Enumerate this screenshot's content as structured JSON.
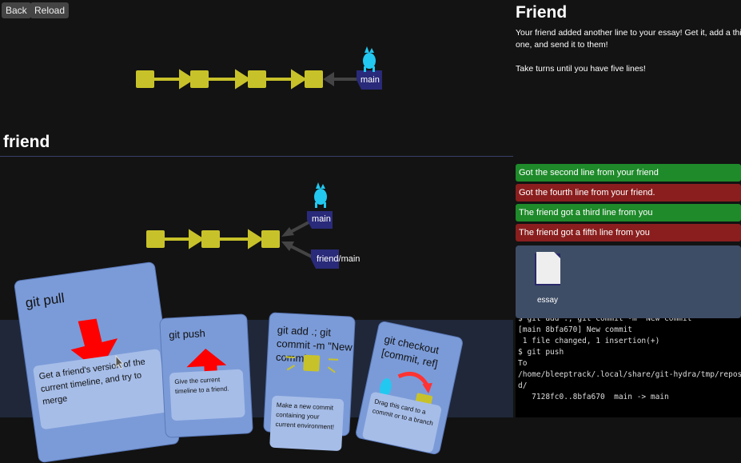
{
  "toolbar": {
    "back": "Back",
    "reload": "Reload"
  },
  "graph_top": {
    "branch": "main"
  },
  "friend_section": {
    "heading": "friend",
    "branch_main": "main",
    "branch_friend": "friend/main"
  },
  "cards": [
    {
      "title": "git pull",
      "desc": "Get a friend's version of the current timeline, and try to merge"
    },
    {
      "title": "git push",
      "desc": "Give the current timeline to a friend."
    },
    {
      "title": "git add .; git commit -m \"New commit\"",
      "desc": "Make a new commit containing your current environment!"
    },
    {
      "title": "git checkout [commit, ref]",
      "desc": "Drag this card to a commit or to a branch"
    }
  ],
  "level": {
    "title": "Friend",
    "description": "Your friend added another line to your essay! Get it, add a third one, and send it to them!\n\nTake turns until you have five lines!"
  },
  "quests": [
    {
      "label": "Got the second line from your friend",
      "done": true
    },
    {
      "label": "Got the fourth line from your friend.",
      "done": false
    },
    {
      "label": "The friend got a third line from you",
      "done": true
    },
    {
      "label": "The friend got a fifth line from you",
      "done": false
    }
  ],
  "colors": {
    "done": "#1e8a2a",
    "todo": "#8a1e1e",
    "commit": "#c8c22a",
    "branch": "#2a2a7a"
  },
  "files": [
    {
      "name": "essay"
    }
  ],
  "terminal": {
    "lines": [
      "$ git add .; git commit -m \"New commit\"",
      "[main 8bfa670] New commit",
      " 1 file changed, 1 insertion(+)",
      "$ git push",
      "To",
      "/home/bleeptrack/.local/share/git-hydra/tmp/repos/friend/",
      "d/",
      "   7128fc0..8bfa670  main -> main"
    ]
  }
}
